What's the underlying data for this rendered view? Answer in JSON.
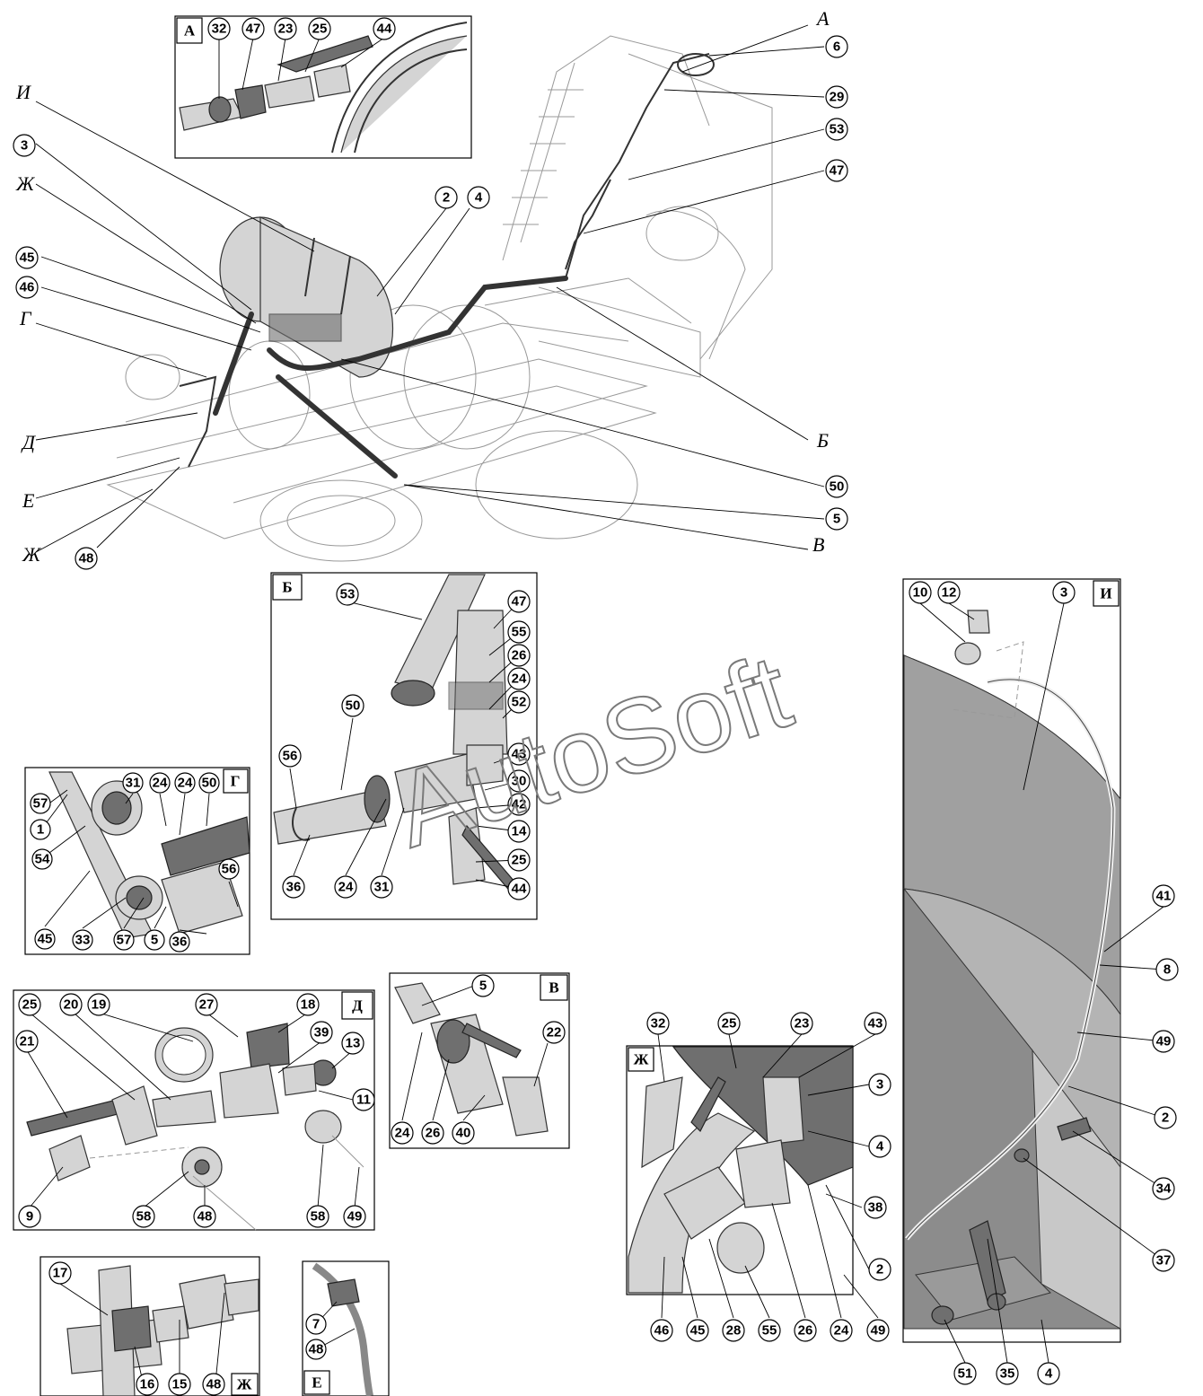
{
  "watermark": "AutoSoft",
  "view_tags": {
    "A": "А",
    "B": "Б",
    "V": "В",
    "G": "Г",
    "D": "Д",
    "E": "Е",
    "ZH": "Ж",
    "I": "И"
  },
  "main_letters": {
    "I": "И",
    "ZH": "Ж",
    "G": "Г",
    "D": "Д",
    "E": "Е",
    "A": "А",
    "B": "Б",
    "V": "В"
  },
  "callouts": {
    "main": [
      "3",
      "45",
      "46",
      "48",
      "2",
      "4",
      "6",
      "29",
      "53",
      "47",
      "50",
      "5"
    ],
    "view_a": [
      "32",
      "47",
      "23",
      "25",
      "44"
    ],
    "view_b": [
      "53",
      "47",
      "55",
      "26",
      "24",
      "52",
      "43",
      "30",
      "42",
      "14",
      "25",
      "44",
      "50",
      "56",
      "36",
      "24",
      "31"
    ],
    "view_g": [
      "57",
      "1",
      "54",
      "31",
      "24",
      "24",
      "50",
      "56",
      "45",
      "33",
      "57",
      "5",
      "36"
    ],
    "view_d": [
      "25",
      "20",
      "19",
      "27",
      "18",
      "21",
      "39",
      "13",
      "11",
      "9",
      "58",
      "48",
      "58",
      "49"
    ],
    "view_v": [
      "5",
      "22",
      "24",
      "26",
      "40"
    ],
    "view_zh_right": [
      "32",
      "25",
      "23",
      "43",
      "3",
      "4",
      "38",
      "2",
      "46",
      "45",
      "28",
      "55",
      "26",
      "24",
      "49"
    ],
    "view_i": [
      "10",
      "12",
      "3",
      "41",
      "8",
      "49",
      "2",
      "34",
      "37",
      "51",
      "35",
      "4"
    ],
    "view_zh_bottom": [
      "17",
      "16",
      "15",
      "48"
    ],
    "view_e": [
      "7",
      "48"
    ]
  }
}
